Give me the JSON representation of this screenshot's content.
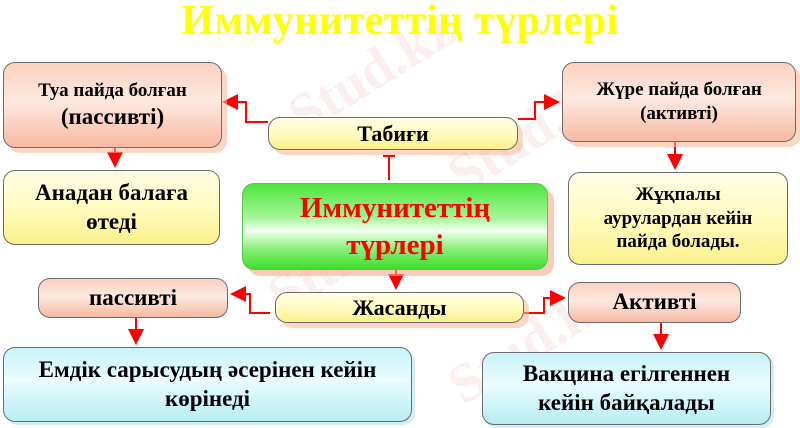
{
  "title": "Иммунитеттің түрлері",
  "center": {
    "line1": "Иммунитеттің",
    "line2": "түрлері"
  },
  "natural": {
    "label": "Табиғи",
    "innate": {
      "line1": "Туа пайда болған",
      "line2": "(пассивті)"
    },
    "innate_desc": {
      "line1": "Анадан балаға",
      "line2": "өтеді"
    },
    "acquired": {
      "line1": "Жүре пайда болған",
      "line2": "(активті)"
    },
    "acquired_desc": {
      "line1": "Жұқпалы",
      "line2": "аурулардан кейін",
      "line3": "пайда болады."
    }
  },
  "artificial": {
    "label": "Жасанды",
    "passive": "пассивті",
    "passive_desc": {
      "line1": "Емдік сарысудың әсерінен кейін",
      "line2": "көрінеді"
    },
    "active": "Активті",
    "active_desc": {
      "line1": "Вакцина егілгеннен",
      "line2": "кейін байқалады"
    }
  },
  "watermark": "Stud.kz",
  "colors": {
    "title": "#FFFF00",
    "center_text": "#FF0000",
    "arrow": "#FF0000"
  }
}
